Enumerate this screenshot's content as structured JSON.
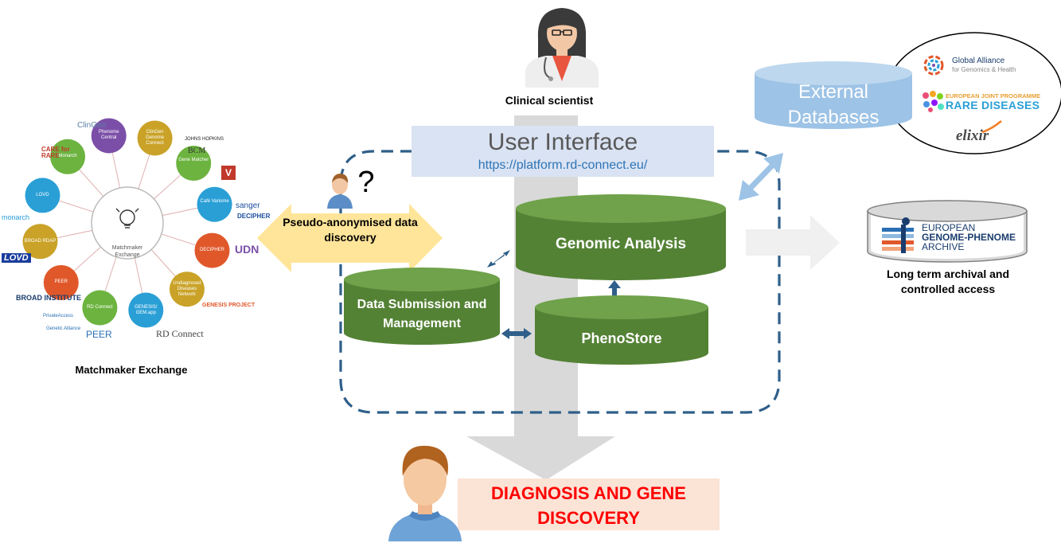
{
  "clinical_scientist": {
    "label": "Clinical scientist"
  },
  "user_interface": {
    "title": "User Interface",
    "url": "https://platform.rd-connect.eu/"
  },
  "pseudo_arrow": {
    "label": "Pseudo-anonymised data discovery",
    "question": "?"
  },
  "databases": {
    "genomic_analysis": "Genomic Analysis",
    "data_submission": "Data Submission and Management",
    "phenostore": "PhenoStore",
    "external": "External Databases"
  },
  "ega": {
    "line1": "EUROPEAN",
    "line2": "GENOME-PHENOME",
    "line3": "ARCHIVE",
    "caption": "Long term archival and controlled access"
  },
  "external_logos": {
    "ga4gh_1": "Global Alliance",
    "ga4gh_2": "for Genomics & Health",
    "ejprd_1": "EUROPEAN JOINT PROGRAMME",
    "ejprd_2": "RARE DISEASES",
    "elixir": "elixir"
  },
  "diagnosis": {
    "line1": "DIAGNOSIS AND GENE",
    "line2": "DISCOVERY"
  },
  "matchmaker": {
    "caption": "Matchmaker Exchange",
    "center": "Matchmaker Exchange",
    "nodes": [
      {
        "label": "ClinGen Genome Connect",
        "color": "#c9a227"
      },
      {
        "label": "Gene Matcher",
        "color": "#6cb33f"
      },
      {
        "label": "Café Variome",
        "color": "#2a9fd6"
      },
      {
        "label": "DECIPHER",
        "color": "#e0582a"
      },
      {
        "label": "Undiagnosed Diseases Network",
        "color": "#c9a227"
      },
      {
        "label": "GENESIS/ GEM.app",
        "color": "#2a9fd6"
      },
      {
        "label": "RD Connect",
        "color": "#6cb33f"
      },
      {
        "label": "PEER",
        "color": "#e0582a"
      },
      {
        "label": "BROAD RDAP",
        "color": "#c9a227"
      },
      {
        "label": "LOVD",
        "color": "#2a9fd6"
      },
      {
        "label": "Monarch",
        "color": "#6cb33f"
      },
      {
        "label": "Phenome Central",
        "color": "#7b4fa8"
      }
    ],
    "logos": [
      {
        "text": "ClinGen",
        "color": "#5b7fa6"
      },
      {
        "text": "JOHNS HOPKINS",
        "color": "#222"
      },
      {
        "text": "BCM",
        "color": "#333"
      },
      {
        "text": "sanger",
        "color": "#1a4d9c"
      },
      {
        "text": "DECIPHER",
        "color": "#1a4d9c"
      },
      {
        "text": "UDN",
        "color": "#7b4fa8"
      },
      {
        "text": "GENESIS PROJECT",
        "color": "#e0582a"
      },
      {
        "text": "RD Connect",
        "color": "#444"
      },
      {
        "text": "PEER",
        "color": "#2a6fb3"
      },
      {
        "text": "PrivateAccess",
        "color": "#2a6fb3"
      },
      {
        "text": "BROAD INSTITUTE",
        "color": "#1a3d6e"
      },
      {
        "text": "LOVD",
        "color": "#1a3d9c"
      },
      {
        "text": "monarch",
        "color": "#2a9fd6"
      },
      {
        "text": "CARE for RARE",
        "color": "#c0392b"
      },
      {
        "text": "Genetic Alliance",
        "color": "#2a6fb3"
      }
    ]
  },
  "colors": {
    "green": "#548235",
    "ui_box": "#dae3f3",
    "ui_text": "#595959",
    "url_text": "#2e75b6",
    "dash": "#2f5f8a",
    "arrow_yellow": "#ffe599",
    "external_blue": "#9dc3e6",
    "diagnosis_bg": "#fbe3d6",
    "diagnosis_text": "#ff0000"
  }
}
